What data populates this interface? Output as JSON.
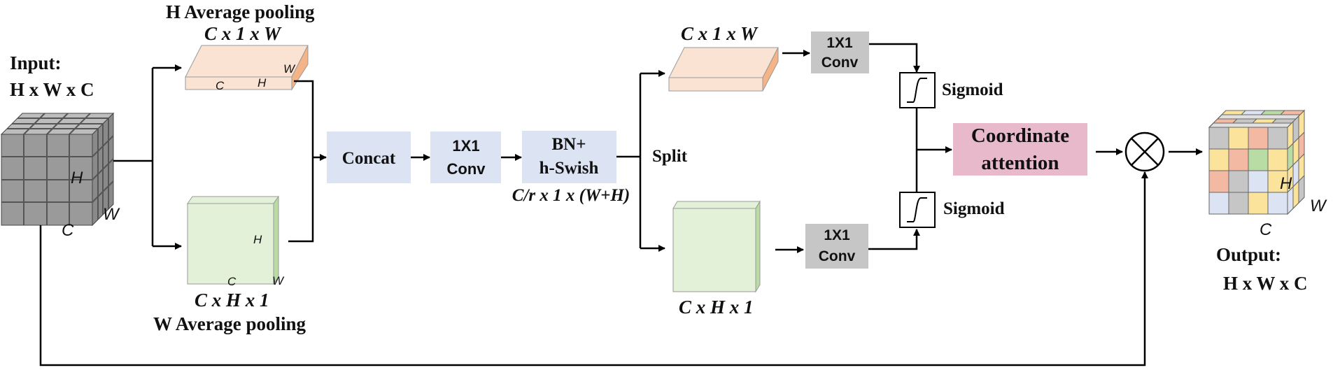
{
  "input": {
    "title": "Input:",
    "dims": "H x W x C",
    "axis_h": "H",
    "axis_w": "W",
    "axis_c": "C"
  },
  "h_pool": {
    "title": "H Average pooling",
    "dims": "C x 1 x W",
    "axis_c": "C",
    "axis_h": "H",
    "axis_w": "W"
  },
  "w_pool": {
    "title": "W Average pooling",
    "dims": "C x H x 1",
    "axis_h": "H",
    "axis_c": "C",
    "axis_w": "W"
  },
  "concat": {
    "label": "Concat"
  },
  "conv_mid": {
    "line1": "1X1",
    "line2": "Conv"
  },
  "bn": {
    "line1": "BN+",
    "line2": "h-Swish",
    "dims": "C/r x 1 x (W+H)"
  },
  "split": {
    "label": "Split"
  },
  "top_branch": {
    "dims": "C x 1 x W",
    "conv1": "1X1",
    "conv2": "Conv",
    "sigmoid": "Sigmoid"
  },
  "bottom_branch": {
    "dims": "C x H x 1",
    "conv1": "1X1",
    "conv2": "Conv",
    "sigmoid": "Sigmoid"
  },
  "coord": {
    "line1": "Coordinate",
    "line2": "attention"
  },
  "output": {
    "title": "Output:",
    "dims": "H x W x C",
    "axis_h": "H",
    "axis_w": "W",
    "axis_c": "C"
  },
  "colors": {
    "gray_cube": "#9a9a9a",
    "peach": "#fbe3d3",
    "peach_side": "#f4b488",
    "green": "#e4f1d9",
    "green_side": "#b9dca4",
    "blue_box": "#dce3f2",
    "gray_box": "#c6c6c6",
    "pink_box": "#e8b9cb"
  }
}
